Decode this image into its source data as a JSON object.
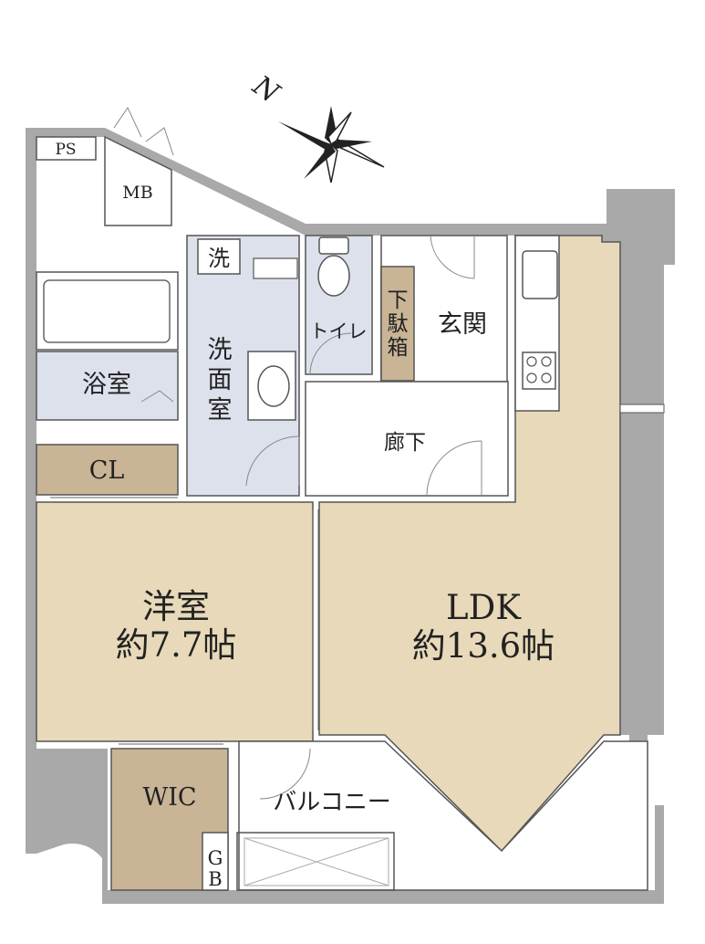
{
  "compass": {
    "label": "N"
  },
  "rooms": {
    "ps": "PS",
    "mb": "MB",
    "bath": "浴室",
    "cl": "CL",
    "washer_mark": "洗",
    "washroom": [
      "洗",
      "面",
      "室"
    ],
    "toilet": "トイレ",
    "shoe_box": [
      "下",
      "駄",
      "箱"
    ],
    "entrance": "玄関",
    "hallway": "廊下",
    "western_room": {
      "name": "洋室",
      "size": "約7.7帖"
    },
    "ldk": {
      "name": "LDK",
      "size": "約13.6帖"
    },
    "wic": "WIC",
    "gb": [
      "G",
      "B"
    ],
    "balcony": "バルコニー"
  },
  "colors": {
    "wall": "#a9a9a9",
    "wood_floor": "#e7d9b9",
    "storage": "#c9b496",
    "wet_area": "#dde1ec",
    "white": "#ffffff"
  }
}
